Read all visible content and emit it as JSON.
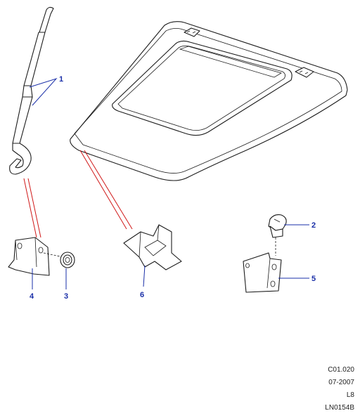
{
  "callouts": {
    "c1": "1",
    "c2": "2",
    "c3": "3",
    "c4": "4",
    "c5": "5",
    "c6": "6"
  },
  "meta": {
    "line1": "C01.020",
    "line2": "07-2007",
    "line3": "L8",
    "line4": "LN0154B"
  },
  "colors": {
    "callout": "#1a2fa8",
    "leader_red": "#d01818",
    "line": "#1c1c1c"
  }
}
